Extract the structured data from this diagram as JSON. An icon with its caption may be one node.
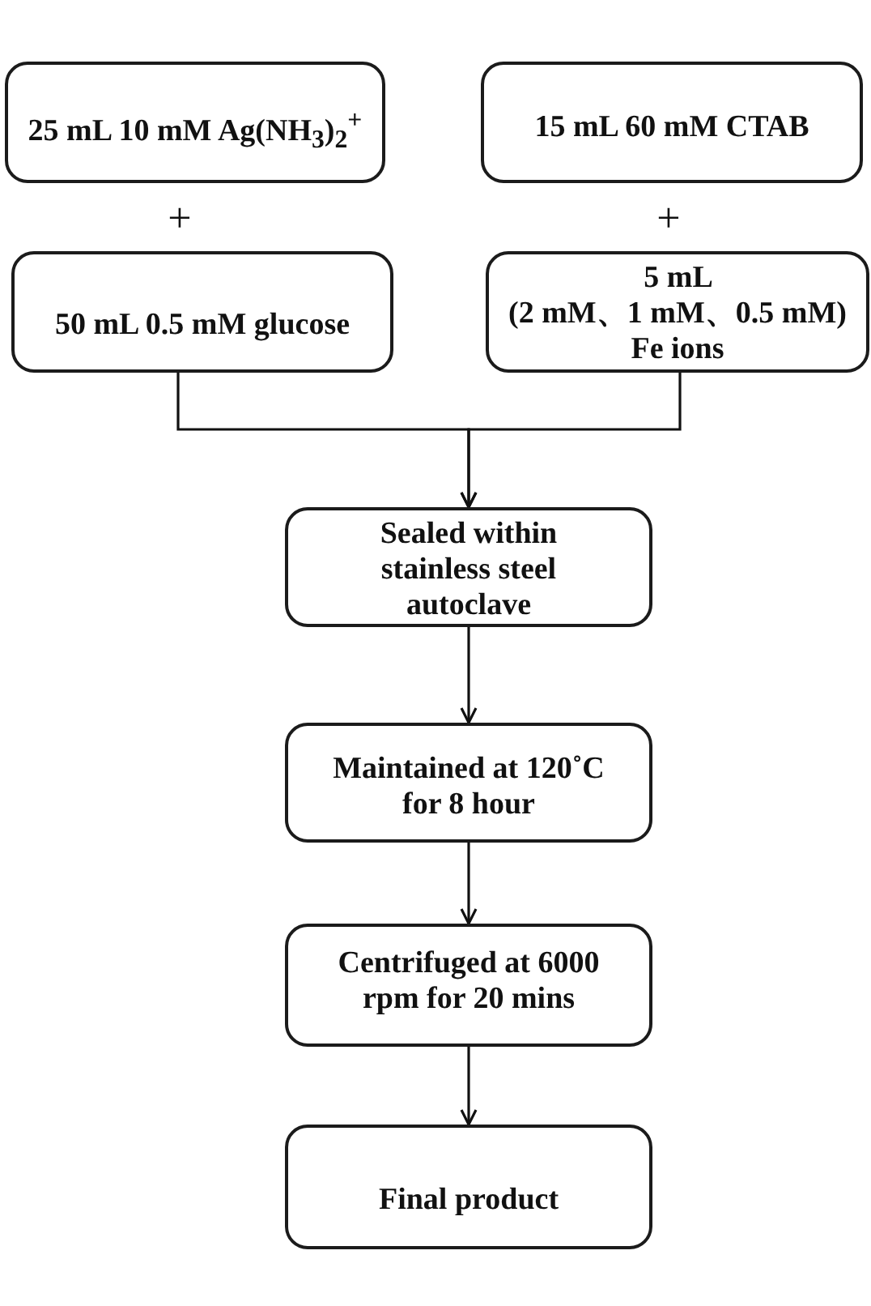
{
  "diagram": {
    "nodes": [
      {
        "text": [
          "25 mL 10 mM Ag(NH$_{3}$)$_{2}$$^{+}$"
        ]
      },
      {
        "text": [
          "15 mL 60 mM CTAB"
        ]
      },
      {
        "text": [
          "50 mL 0.5 mM glucose"
        ]
      },
      {
        "text": [
          "5 mL (2 mM、1 mM、0.5 mM) Fe ions"
        ]
      },
      {
        "text": [
          "Sealed within stainless steel autoclave"
        ]
      },
      {
        "text": [
          "Maintained at 120˚C for 8 hour"
        ]
      },
      {
        "text": [
          "Centrifuged at 6000 rpm for 20 mins"
        ]
      },
      {
        "text": [
          "Final product"
        ]
      }
    ],
    "edges": [
      {
        "from": 2,
        "to": 4,
        "arrow": "to"
      },
      {
        "from": 3,
        "to": 4,
        "arrow": "to"
      },
      {
        "from": 4,
        "to": 5,
        "arrow": "to"
      },
      {
        "from": 5,
        "to": 6,
        "arrow": "to"
      },
      {
        "from": 6,
        "to": 7,
        "arrow": "to"
      }
    ],
    "labels": [
      "+",
      "+"
    ]
  }
}
